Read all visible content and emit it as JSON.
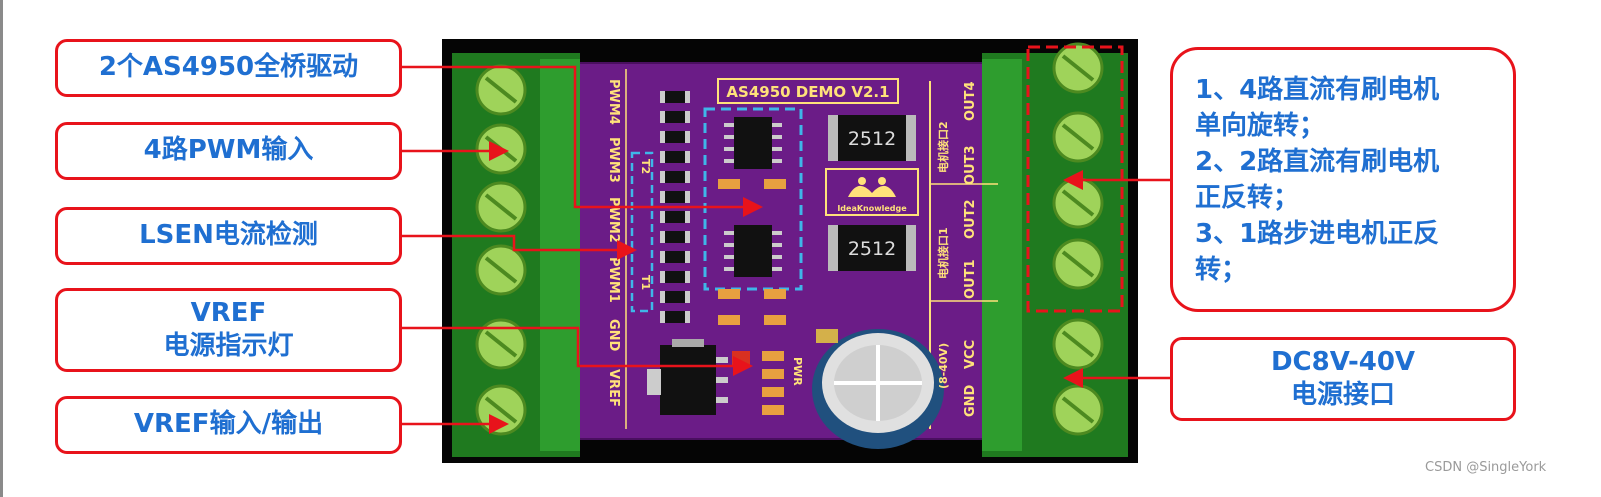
{
  "left_labels": [
    {
      "id": "driver",
      "lines": [
        "2个AS4950全桥驱动"
      ]
    },
    {
      "id": "pwm",
      "lines": [
        "4路PWM输入"
      ]
    },
    {
      "id": "lsen",
      "lines": [
        "LSEN电流检测"
      ]
    },
    {
      "id": "vref",
      "lines": [
        "VREF",
        "电源指示灯"
      ]
    },
    {
      "id": "vref-io",
      "lines": [
        "VREF输入/输出"
      ]
    }
  ],
  "features": [
    "1、4路直流有刷电机",
    "单向旋转；",
    "2、2路直流有刷电机",
    "正反转；",
    "3、1路步进电机正反",
    "转；"
  ],
  "power_label": [
    "DC8V-40V",
    "电源接口"
  ],
  "board": {
    "title": "AS4950 DEMO V2.1",
    "left_pins": [
      "PWM4",
      "PWM3",
      "PWM2",
      "PWM1",
      "GND",
      "VREF"
    ],
    "right_pins": [
      "OUT4",
      "OUT3",
      "OUT2",
      "OUT1",
      "VCC",
      "GND"
    ],
    "motor_ports": [
      "电机接口2",
      "电机接口1"
    ],
    "resistor_value": "2512",
    "logo_text": "IdeaKnowledge",
    "test_points": [
      "T2",
      "T1"
    ],
    "pwr_label": "PWR",
    "voltage_label": "(8-40V)"
  },
  "watermark": "CSDN @SingleYork",
  "colors": {
    "accent_red": "#e8131b",
    "label_blue": "#1f6fd1",
    "pcb": "#6b1c87",
    "terminal": "#2e9d2e",
    "silk": "#ffe27a"
  }
}
